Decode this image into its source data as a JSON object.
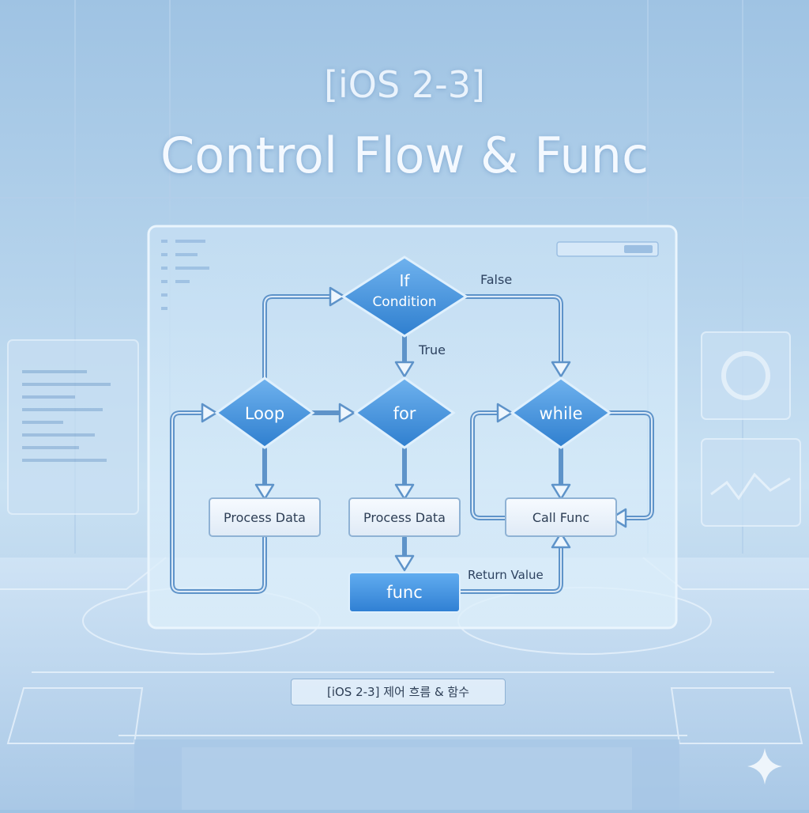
{
  "header": {
    "subtitle": "[iOS 2-3]",
    "title": "Control Flow & Func"
  },
  "diagram": {
    "nodes": {
      "if_line1": "If",
      "if_line2": "Condition",
      "loop": "Loop",
      "for": "for",
      "while": "while",
      "process_left": "Process Data",
      "process_mid": "Process Data",
      "call_func": "Call Func",
      "func": "func"
    },
    "edges": {
      "false_label": "False",
      "true_label": "True",
      "return_label": "Return Value"
    }
  },
  "footer": {
    "caption": "[iOS 2-3] 제어 흐름 & 함수"
  },
  "colors": {
    "diamond_fill": "#3f8fd8",
    "arrow": "#5e8fc4",
    "box_fill": "#eef4fb",
    "func_fill": "#3d8fde"
  }
}
